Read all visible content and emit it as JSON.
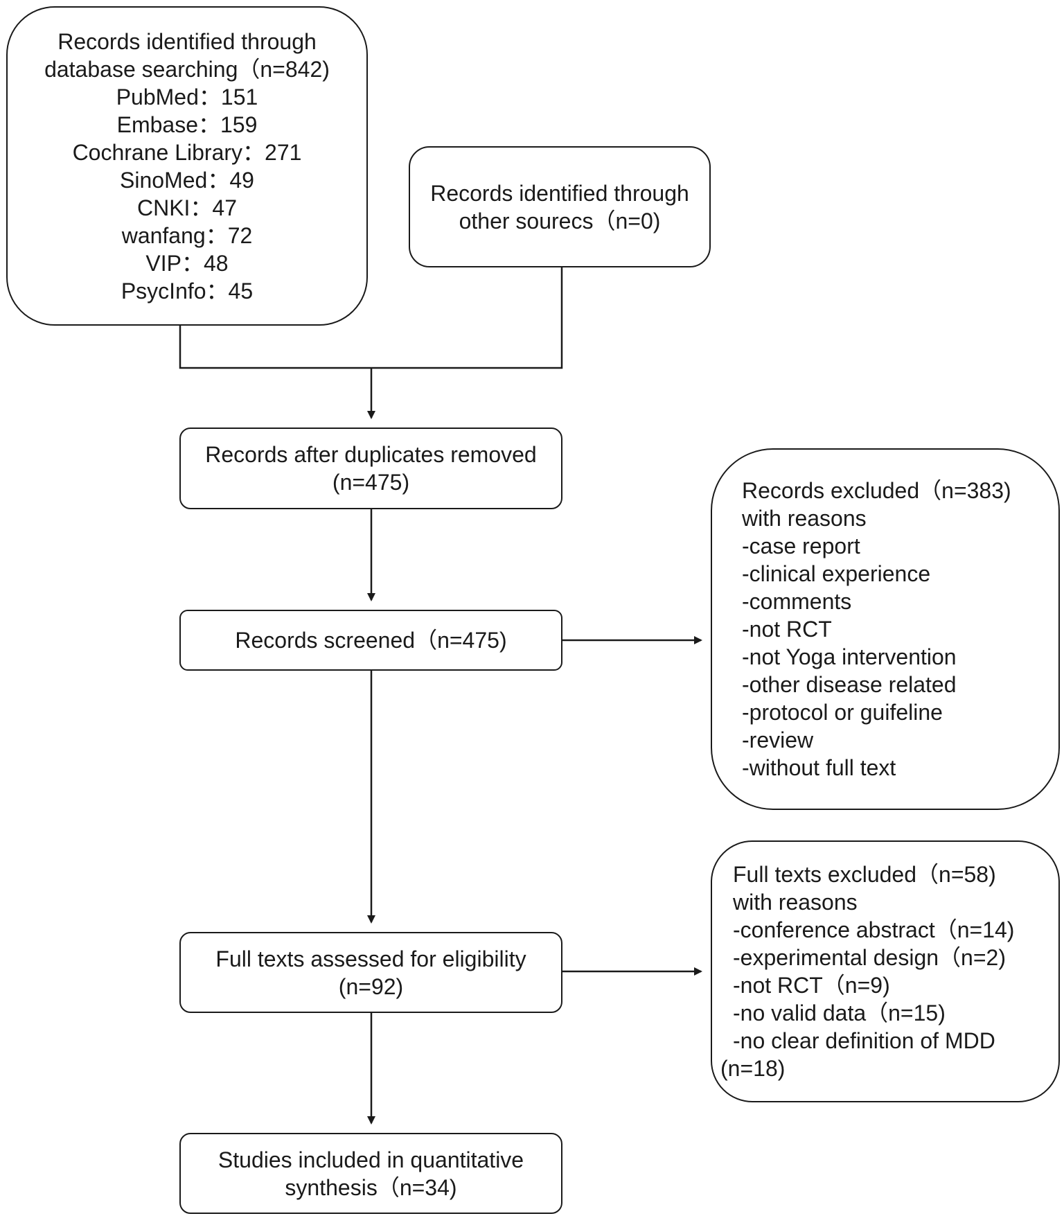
{
  "identification": {
    "database": {
      "lines": [
        "Records identified through",
        "database searching（n=842)",
        "PubMed：151",
        "Embase：159",
        "Cochrane Library：271",
        "SinoMed：49",
        "CNKI：47",
        "wanfang：72",
        "VIP：48",
        "PsycInfo：45"
      ]
    },
    "other_sources": {
      "lines": [
        "Records identified through",
        "other sourecs（n=0)"
      ]
    }
  },
  "duplicates_removed": {
    "lines": [
      "Records after duplicates removed",
      "(n=475)"
    ]
  },
  "screened": {
    "lines": [
      "Records screened（n=475)"
    ]
  },
  "records_excluded": {
    "lines": [
      "Records excluded（n=383)",
      "with reasons",
      "-case report",
      "-clinical experience",
      "-comments",
      "-not RCT",
      "-not Yoga intervention",
      "-other disease related",
      "-protocol or guifeline",
      "-review",
      "-without full text"
    ]
  },
  "eligibility": {
    "lines": [
      "Full texts assessed for eligibility",
      "(n=92)"
    ]
  },
  "fulltext_excluded": {
    "lines": [
      "Full texts excluded（n=58)",
      "with reasons",
      "-conference abstract（n=14)",
      "-experimental design（n=2)",
      "-not RCT（n=9)",
      "-no valid data（n=15)",
      "-no clear definition of MDD",
      "(n=18)"
    ]
  },
  "included": {
    "lines": [
      "Studies included in quantitative",
      "synthesis（n=34)"
    ]
  }
}
